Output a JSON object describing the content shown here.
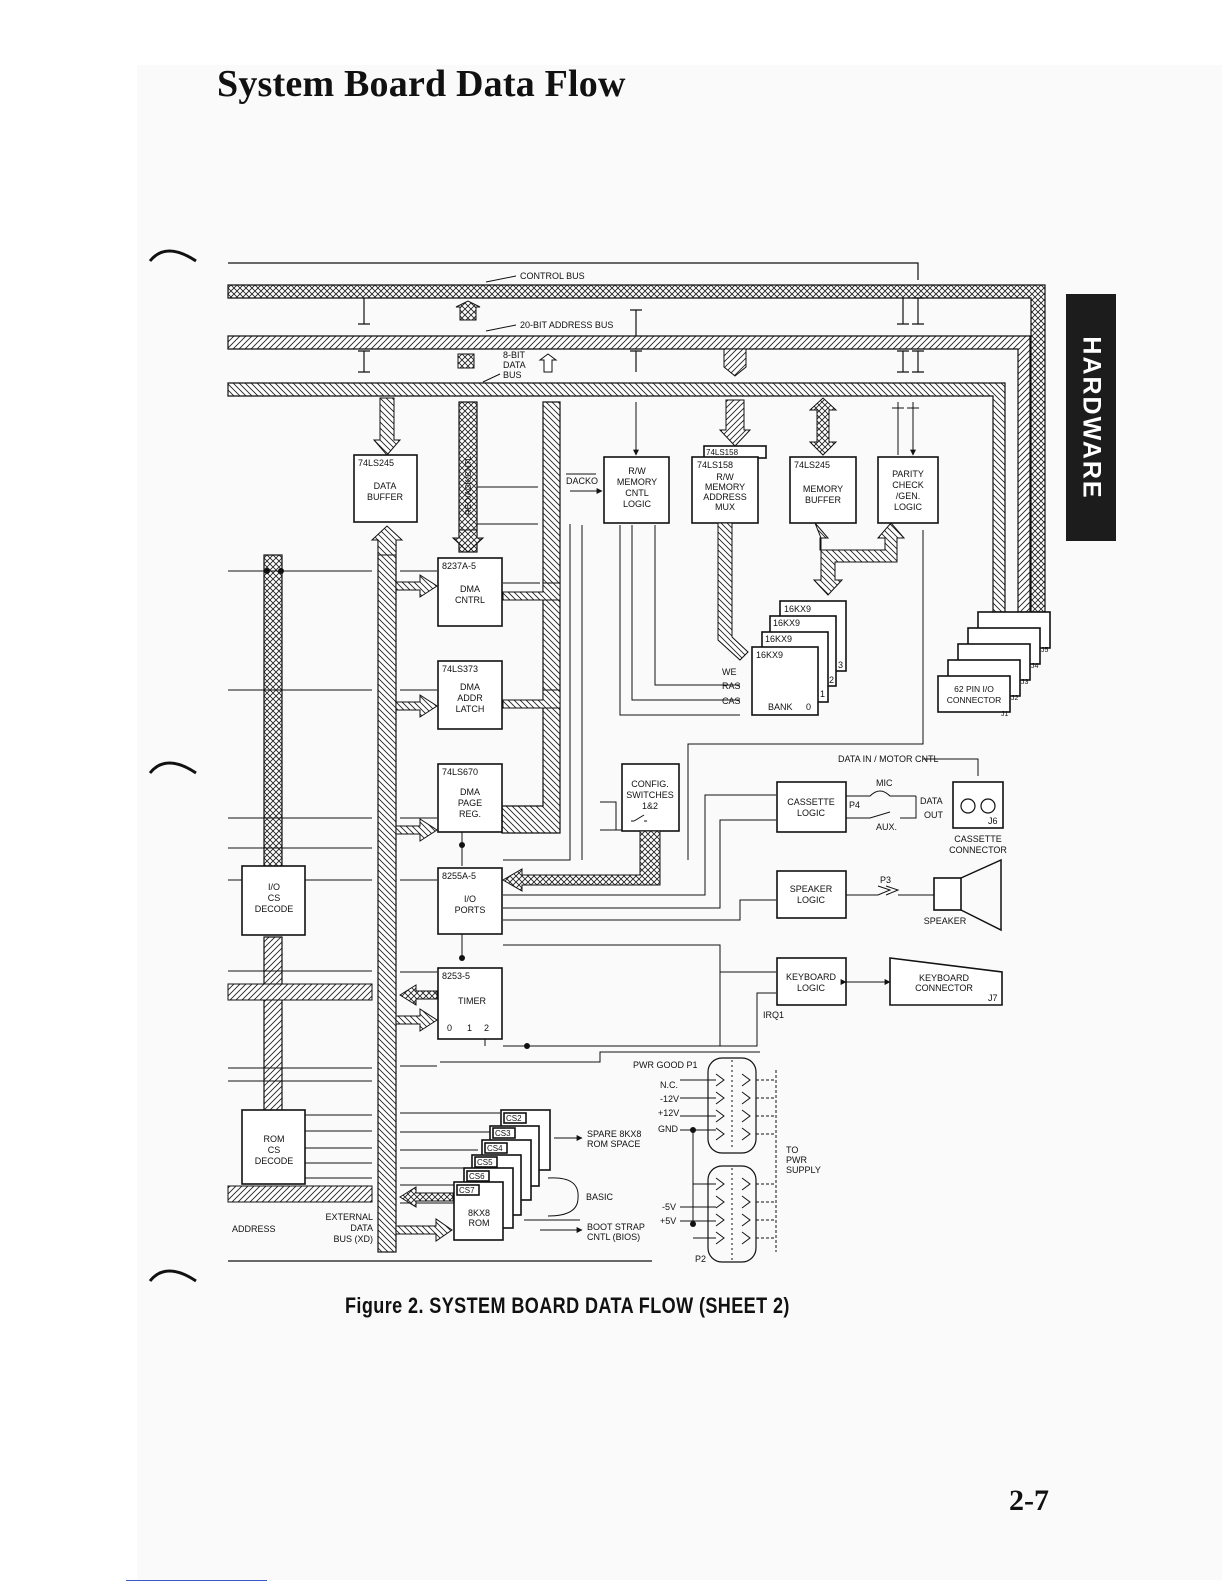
{
  "page": {
    "title": "System Board Data Flow",
    "side_tab": "HARDWARE",
    "figure_caption": "Figure 2.  SYSTEM BOARD DATA FLOW (SHEET 2)",
    "page_number": "2-7"
  },
  "diagram": {
    "buses": {
      "control": "CONTROL BUS",
      "address": "20-BIT ADDRESS BUS",
      "data_1": "8-BIT",
      "data_2": "DATA",
      "data_3": "BUS"
    },
    "blocks": {
      "data_buffer": {
        "part": "74LS245",
        "l1": "DATA",
        "l2": "BUFFER"
      },
      "rw_cntl": {
        "l1": "R/W",
        "l2": "MEMORY",
        "l3": "CNTL",
        "l4": "LOGIC"
      },
      "rw_mux": {
        "tab": "74LS158",
        "part": "74LS158",
        "l1": "R/W",
        "l2": "MEMORY",
        "l3": "ADDRESS",
        "l4": "MUX"
      },
      "mem_buffer": {
        "part": "74LS245",
        "l1": "MEMORY",
        "l2": "BUFFER"
      },
      "parity": {
        "l1": "PARITY",
        "l2": "CHECK",
        "l3": "/GEN.",
        "l4": "LOGIC"
      },
      "dma_cntrl": {
        "part": "8237A-5",
        "l1": "DMA",
        "l2": "CNTRL"
      },
      "dma_latch": {
        "part": "74LS373",
        "l1": "DMA",
        "l2": "ADDR",
        "l3": "LATCH"
      },
      "dma_page": {
        "part": "74LS670",
        "l1": "DMA",
        "l2": "PAGE",
        "l3": "REG."
      },
      "io_ports": {
        "part": "8255A-5",
        "l1": "I/O",
        "l2": "PORTS"
      },
      "timer": {
        "part": "8253-5",
        "l1": "TIMER",
        "c0": "0",
        "c1": "1",
        "c2": "2"
      },
      "io_decode": {
        "l1": "I/O",
        "l2": "CS",
        "l3": "DECODE"
      },
      "rom_decode": {
        "l1": "ROM",
        "l2": "CS",
        "l3": "DECODE"
      },
      "config": {
        "l1": "CONFIG.",
        "l2": "SWITCHES",
        "l3": "1&2"
      },
      "cassette": {
        "l1": "CASSETTE",
        "l2": "LOGIC"
      },
      "speaker_logic": {
        "l1": "SPEAKER",
        "l2": "LOGIC"
      },
      "keyboard_logic": {
        "l1": "KEYBOARD",
        "l2": "LOGIC"
      },
      "keyboard_conn": {
        "l1": "KEYBOARD",
        "l2": "CONNECTOR",
        "tag": "J7"
      },
      "rom_chip": {
        "l1": "8KX8",
        "l2": "ROM"
      }
    },
    "labels": {
      "req_ack": "REQ/ACK/CNTL",
      "dacko": "DACKO",
      "bank_chip": "16KX9",
      "bank": "BANK",
      "bank_nums": [
        "0",
        "1",
        "2",
        "3"
      ],
      "we": "WE",
      "ras": "RAS",
      "cas": "CAS",
      "io_conn_1": "62 PIN I/O",
      "io_conn_2": "CONNECTOR",
      "slot_tags": [
        "J1",
        "J2",
        "J3",
        "J4",
        "J5"
      ],
      "data_motor": "DATA IN / MOTOR CNTL",
      "mic": "MIC",
      "aux": "AUX.",
      "p4": "P4",
      "data_out_1": "DATA",
      "data_out_2": "OUT",
      "j6": "J6",
      "cass_conn_1": "CASSETTE",
      "cass_conn_2": "CONNECTOR",
      "p3": "P3",
      "speaker": "SPEAKER",
      "irq1": "IRQ1",
      "cs_labels": [
        "CS2",
        "CS3",
        "CS4",
        "CS5",
        "CS6",
        "CS7"
      ],
      "spare_1": "SPARE 8KX8",
      "spare_2": "ROM SPACE",
      "basic": "BASIC",
      "boot_1": "BOOT STRAP",
      "boot_2": "CNTL (BIOS)",
      "pwr_good": "PWR GOOD  P1",
      "nc": "N.C.",
      "m12v": "-12V",
      "p12v": "+12V",
      "gnd": "GND",
      "m5v": "-5V",
      "p5v": "+5V",
      "p2": "P2",
      "to_pwr_1": "TO",
      "to_pwr_2": "PWR",
      "to_pwr_3": "SUPPLY",
      "address": "ADDRESS",
      "ext_1": "EXTERNAL",
      "ext_2": "DATA",
      "ext_3": "BUS (XD)"
    }
  }
}
